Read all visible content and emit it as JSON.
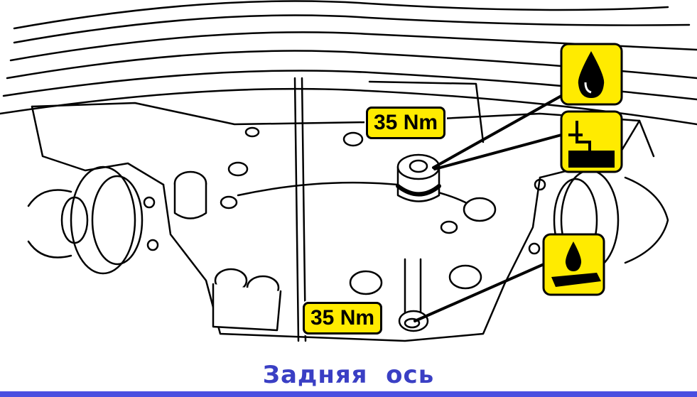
{
  "labels": {
    "torque_top": "35 Nm",
    "torque_bottom": "35 Nm",
    "caption": "Задняя  ось"
  },
  "icons": {
    "filler": "oil-drop-icon",
    "level": "oil-level-icon",
    "drain": "oil-drain-icon"
  },
  "colors": {
    "label_fill": "#ffeb00",
    "caption": "#3a3fc4",
    "rule": "#4a4fe0"
  }
}
